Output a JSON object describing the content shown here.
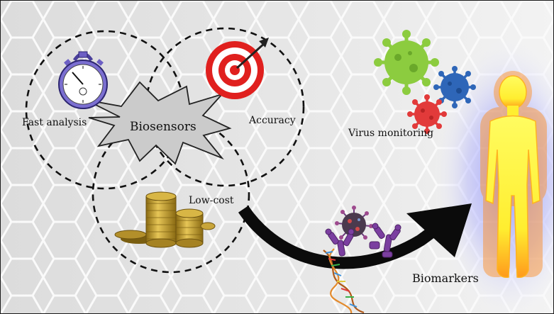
{
  "labels": {
    "fast_analysis": "Fast analysis",
    "accuracy": "Accuracy",
    "low_cost": "Low-cost",
    "biosensors": "Biosensors",
    "virus_monitoring": "Virus monitoring",
    "biomarkers": "Biomarkers"
  },
  "icons": {
    "stopwatch": "stopwatch-icon",
    "target": "target-icon",
    "coins": "coins-icon",
    "virus_large": "virus-icon",
    "virus_blue": "virus-icon",
    "virus_red": "virus-icon",
    "human": "human-silhouette-icon",
    "dna": "dna-helix-icon",
    "antibody": "antibody-icon"
  },
  "colors": {
    "background": "#e9e9e9",
    "hex_grid": "#f7f7f7",
    "circle_stroke": "#111111",
    "starburst_fill": "#c9c9c9",
    "arrow": "#0b0b0b",
    "target_red": "#e0201e",
    "virus_green": "#8ccc3f",
    "virus_blue": "#2e66b8",
    "virus_red": "#e23a3a",
    "human_core": "#ffff44",
    "human_glow": "#ff8a1a",
    "antibody_purple": "#7b3fa0",
    "coin_gold": "#c9a227"
  }
}
